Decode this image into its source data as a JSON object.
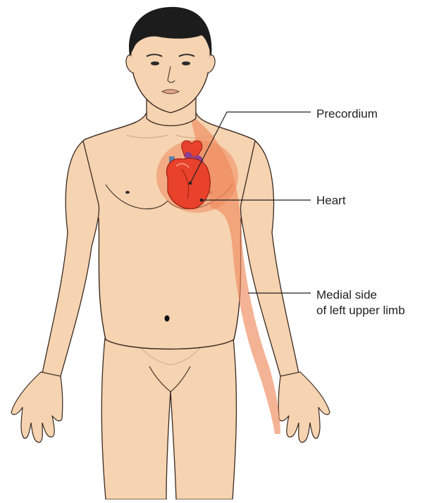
{
  "labels": {
    "precordium": "Precordium",
    "heart": "Heart",
    "medial_line1": "Medial side",
    "medial_line2": "of left upper limb"
  },
  "colors": {
    "skin": "#f6d3b1",
    "skin_outline": "#3a2a20",
    "hair": "#1c1c1c",
    "pain_area": "#f08a5d",
    "heart_red": "#e8412c",
    "heart_purple": "#8e3f8f",
    "vessel_blue": "#5e7fa8",
    "leader_line": "#222222"
  }
}
